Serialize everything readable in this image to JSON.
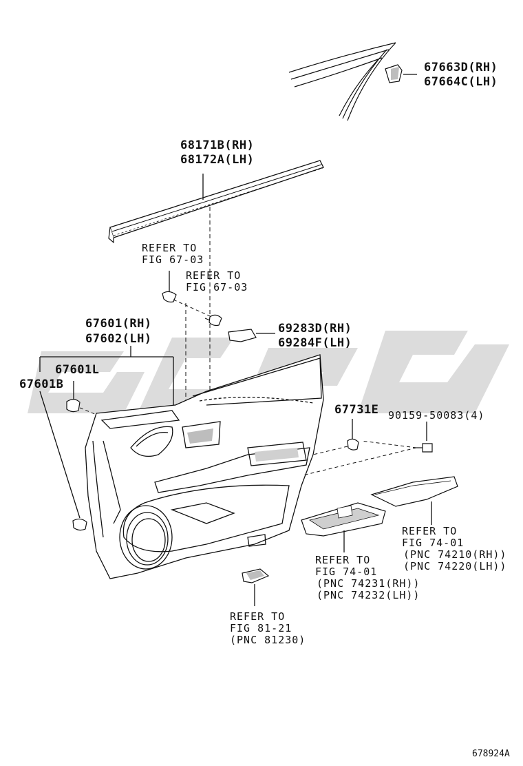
{
  "labels": {
    "pn_67663D": "67663D(RH)",
    "pn_67664C": "67664C(LH)",
    "pn_68171B": "68171B(RH)",
    "pn_68172A": "68172A(LH)",
    "ref_a_1": "REFER TO",
    "ref_a_2": "FIG 67-03",
    "ref_b_1": "REFER TO",
    "ref_b_2": "FIG 67-03",
    "pn_67601": "67601(RH)",
    "pn_67602": "67602(LH)",
    "pn_69283D": "69283D(RH)",
    "pn_69284F": "69284F(LH)",
    "pn_67601L": "67601L",
    "pn_67601B": "67601B",
    "pn_67731E": "67731E",
    "pn_90159": "90159-50083(4)",
    "ref_c_1": "REFER TO",
    "ref_c_2": "FIG 74-01",
    "ref_c_3": "(PNC 74210(RH))",
    "ref_c_4": "(PNC 74220(LH))",
    "ref_d_1": "REFER TO",
    "ref_d_2": "FIG 74-01",
    "ref_d_3": "(PNC 74231(RH))",
    "ref_d_4": "(PNC 74232(LH))",
    "ref_e_1": "REFER TO",
    "ref_e_2": "FIG 81-21",
    "ref_e_3": "(PNC 81230)",
    "figure_id": "678924A"
  },
  "colors": {
    "line": "#111111",
    "watermark": "#d9d9d9",
    "part_fill": "#ffffff",
    "shade": "#bdbdbd"
  }
}
